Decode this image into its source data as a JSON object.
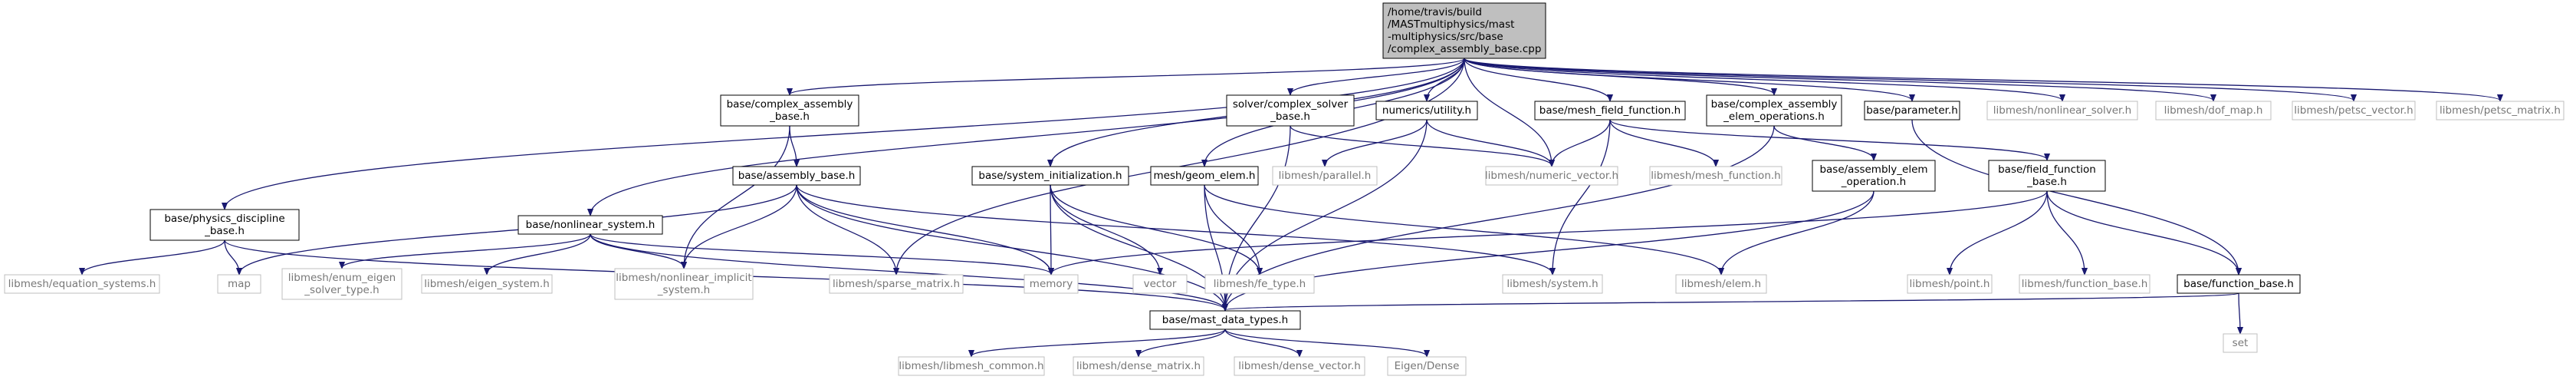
{
  "colors": {
    "edge": "#191970",
    "node_border_dark": "#000000",
    "node_border_light": "#bfbfbf",
    "root_fill": "#bfbfbf",
    "node_fill": "#ffffff",
    "text_dark": "#000000",
    "text_light": "#777777"
  },
  "nodes": [
    {
      "id": "root",
      "lines": [
        "/home/travis/build",
        "/MASTmultiphysics/mast",
        "-multiphysics/src/base",
        "/complex_assembly_base.cpp"
      ],
      "style": "root"
    },
    {
      "id": "physics",
      "lines": [
        "base/physics_discipline",
        "_base.h"
      ],
      "style": "dark"
    },
    {
      "id": "nonlinear_system",
      "lines": [
        "base/nonlinear_system.h"
      ],
      "style": "dark"
    },
    {
      "id": "complex_assembly",
      "lines": [
        "base/complex_assembly",
        "_base.h"
      ],
      "style": "dark"
    },
    {
      "id": "sparse_matrix",
      "lines": [
        "libmesh/sparse_matrix.h"
      ],
      "style": "light"
    },
    {
      "id": "system_init",
      "lines": [
        "base/system_initialization.h"
      ],
      "style": "dark"
    },
    {
      "id": "geom_elem",
      "lines": [
        "mesh/geom_elem.h"
      ],
      "style": "dark"
    },
    {
      "id": "solver_complex",
      "lines": [
        "solver/complex_solver",
        "_base.h"
      ],
      "style": "dark"
    },
    {
      "id": "numerics_utility",
      "lines": [
        "numerics/utility.h"
      ],
      "style": "dark"
    },
    {
      "id": "numeric_vector",
      "lines": [
        "libmesh/numeric_vector.h"
      ],
      "style": "light"
    },
    {
      "id": "mesh_field_function",
      "lines": [
        "base/mesh_field_function.h"
      ],
      "style": "dark"
    },
    {
      "id": "complex_elem_ops",
      "lines": [
        "base/complex_assembly",
        "_elem_operations.h"
      ],
      "style": "dark"
    },
    {
      "id": "parameter",
      "lines": [
        "base/parameter.h"
      ],
      "style": "dark"
    },
    {
      "id": "nonlinear_solver",
      "lines": [
        "libmesh/nonlinear_solver.h"
      ],
      "style": "light"
    },
    {
      "id": "dof_map",
      "lines": [
        "libmesh/dof_map.h"
      ],
      "style": "light"
    },
    {
      "id": "petsc_vector",
      "lines": [
        "libmesh/petsc_vector.h"
      ],
      "style": "light"
    },
    {
      "id": "petsc_matrix",
      "lines": [
        "libmesh/petsc_matrix.h"
      ],
      "style": "light"
    },
    {
      "id": "equation_systems",
      "lines": [
        "libmesh/equation_systems.h"
      ],
      "style": "light"
    },
    {
      "id": "map",
      "lines": [
        "map"
      ],
      "style": "light"
    },
    {
      "id": "enum_eigen",
      "lines": [
        "libmesh/enum_eigen",
        "_solver_type.h"
      ],
      "style": "light"
    },
    {
      "id": "eigen_system",
      "lines": [
        "libmesh/eigen_system.h"
      ],
      "style": "light"
    },
    {
      "id": "nonlinear_implicit",
      "lines": [
        "libmesh/nonlinear_implicit",
        "_system.h"
      ],
      "style": "light"
    },
    {
      "id": "assembly_base",
      "lines": [
        "base/assembly_base.h"
      ],
      "style": "dark"
    },
    {
      "id": "memory",
      "lines": [
        "memory"
      ],
      "style": "light"
    },
    {
      "id": "vector",
      "lines": [
        "vector"
      ],
      "style": "light"
    },
    {
      "id": "fe_type",
      "lines": [
        "libmesh/fe_type.h"
      ],
      "style": "light"
    },
    {
      "id": "parallel",
      "lines": [
        "libmesh/parallel.h"
      ],
      "style": "light"
    },
    {
      "id": "system_h",
      "lines": [
        "libmesh/system.h"
      ],
      "style": "light"
    },
    {
      "id": "mesh_function",
      "lines": [
        "libmesh/mesh_function.h"
      ],
      "style": "light"
    },
    {
      "id": "assembly_elem_op",
      "lines": [
        "base/assembly_elem",
        "_operation.h"
      ],
      "style": "dark"
    },
    {
      "id": "elem_h",
      "lines": [
        "libmesh/elem.h"
      ],
      "style": "light"
    },
    {
      "id": "field_function",
      "lines": [
        "base/field_function",
        "_base.h"
      ],
      "style": "dark"
    },
    {
      "id": "point_h",
      "lines": [
        "libmesh/point.h"
      ],
      "style": "light"
    },
    {
      "id": "lm_function_base",
      "lines": [
        "libmesh/function_base.h"
      ],
      "style": "light"
    },
    {
      "id": "function_base",
      "lines": [
        "base/function_base.h"
      ],
      "style": "dark"
    },
    {
      "id": "mast_data_types",
      "lines": [
        "base/mast_data_types.h"
      ],
      "style": "dark"
    },
    {
      "id": "set",
      "lines": [
        "set"
      ],
      "style": "light"
    },
    {
      "id": "libmesh_common",
      "lines": [
        "libmesh/libmesh_common.h"
      ],
      "style": "light"
    },
    {
      "id": "dense_matrix",
      "lines": [
        "libmesh/dense_matrix.h"
      ],
      "style": "light"
    },
    {
      "id": "dense_vector",
      "lines": [
        "libmesh/dense_vector.h"
      ],
      "style": "light"
    },
    {
      "id": "eigen_dense",
      "lines": [
        "Eigen/Dense"
      ],
      "style": "light"
    }
  ],
  "edges": [
    [
      "root",
      "physics"
    ],
    [
      "root",
      "nonlinear_system"
    ],
    [
      "root",
      "complex_assembly"
    ],
    [
      "root",
      "sparse_matrix"
    ],
    [
      "root",
      "system_init"
    ],
    [
      "root",
      "geom_elem"
    ],
    [
      "root",
      "solver_complex"
    ],
    [
      "root",
      "numerics_utility"
    ],
    [
      "root",
      "numeric_vector"
    ],
    [
      "root",
      "mesh_field_function"
    ],
    [
      "root",
      "complex_elem_ops"
    ],
    [
      "root",
      "parameter"
    ],
    [
      "root",
      "nonlinear_solver"
    ],
    [
      "root",
      "dof_map"
    ],
    [
      "root",
      "petsc_vector"
    ],
    [
      "root",
      "petsc_matrix"
    ],
    [
      "physics",
      "equation_systems"
    ],
    [
      "physics",
      "map"
    ],
    [
      "physics",
      "mast_data_types"
    ],
    [
      "nonlinear_system",
      "enum_eigen"
    ],
    [
      "nonlinear_system",
      "eigen_system"
    ],
    [
      "nonlinear_system",
      "nonlinear_implicit"
    ],
    [
      "nonlinear_system",
      "memory"
    ],
    [
      "nonlinear_system",
      "mast_data_types"
    ],
    [
      "complex_assembly",
      "assembly_base"
    ],
    [
      "complex_assembly",
      "nonlinear_implicit"
    ],
    [
      "assembly_base",
      "map"
    ],
    [
      "assembly_base",
      "nonlinear_implicit"
    ],
    [
      "assembly_base",
      "sparse_matrix"
    ],
    [
      "assembly_base",
      "memory"
    ],
    [
      "assembly_base",
      "system_h"
    ],
    [
      "assembly_base",
      "mast_data_types"
    ],
    [
      "system_init",
      "memory"
    ],
    [
      "system_init",
      "vector"
    ],
    [
      "system_init",
      "fe_type"
    ],
    [
      "system_init",
      "mast_data_types"
    ],
    [
      "geom_elem",
      "fe_type"
    ],
    [
      "geom_elem",
      "elem_h"
    ],
    [
      "geom_elem",
      "mast_data_types"
    ],
    [
      "solver_complex",
      "numeric_vector"
    ],
    [
      "solver_complex",
      "mast_data_types"
    ],
    [
      "numerics_utility",
      "parallel"
    ],
    [
      "numerics_utility",
      "numeric_vector"
    ],
    [
      "numerics_utility",
      "mast_data_types"
    ],
    [
      "mesh_field_function",
      "numeric_vector"
    ],
    [
      "mesh_field_function",
      "mesh_function"
    ],
    [
      "mesh_field_function",
      "system_h"
    ],
    [
      "mesh_field_function",
      "field_function"
    ],
    [
      "complex_elem_ops",
      "assembly_elem_op"
    ],
    [
      "complex_elem_ops",
      "mast_data_types"
    ],
    [
      "assembly_elem_op",
      "elem_h"
    ],
    [
      "assembly_elem_op",
      "mast_data_types"
    ],
    [
      "parameter",
      "function_base"
    ],
    [
      "field_function",
      "memory"
    ],
    [
      "field_function",
      "point_h"
    ],
    [
      "field_function",
      "lm_function_base"
    ],
    [
      "field_function",
      "function_base"
    ],
    [
      "function_base",
      "set"
    ],
    [
      "function_base",
      "mast_data_types"
    ],
    [
      "mast_data_types",
      "libmesh_common"
    ],
    [
      "mast_data_types",
      "dense_matrix"
    ],
    [
      "mast_data_types",
      "dense_vector"
    ],
    [
      "mast_data_types",
      "eigen_dense"
    ]
  ]
}
